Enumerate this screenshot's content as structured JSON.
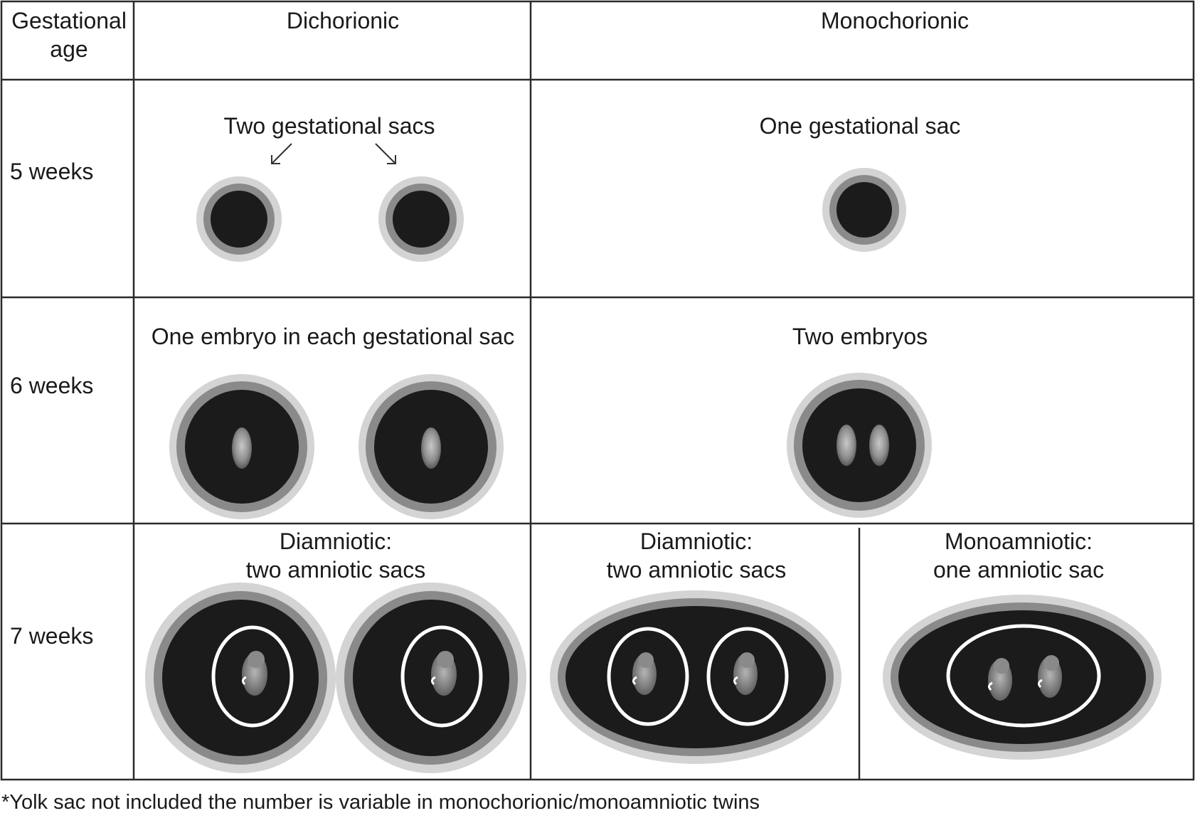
{
  "table": {
    "header": {
      "age_line1": "Gestational",
      "age_line2": "age",
      "dichorionic": "Dichorionic",
      "monochorionic": "Monochorionic"
    },
    "rows": [
      {
        "age": "5 weeks",
        "dichorionic_caption": "Two gestational sacs",
        "monochorionic_caption": "One gestational sac"
      },
      {
        "age": "6 weeks",
        "dichorionic_caption": "One embryo in each gestational sac",
        "monochorionic_caption": "Two embryos"
      },
      {
        "age": "7 weeks",
        "dichorionic_line1": "Diamniotic:",
        "dichorionic_line2": "two amniotic sacs",
        "mono_di_line1": "Diamniotic:",
        "mono_di_line2": "two amniotic sacs",
        "mono_mono_line1": "Monoamniotic:",
        "mono_mono_line2": "one amniotic sac"
      }
    ]
  },
  "footnote": "*Yolk sac not included the number is variable in monochorionic/monoamniotic twins",
  "colors": {
    "grid": "#2a2a2a",
    "sac_outer": "#d4d4d4",
    "sac_ring": "#8a8a8a",
    "sac_fill": "#1b1b1b",
    "amnion": "#ffffff",
    "embryo": "#9a9a9a"
  }
}
